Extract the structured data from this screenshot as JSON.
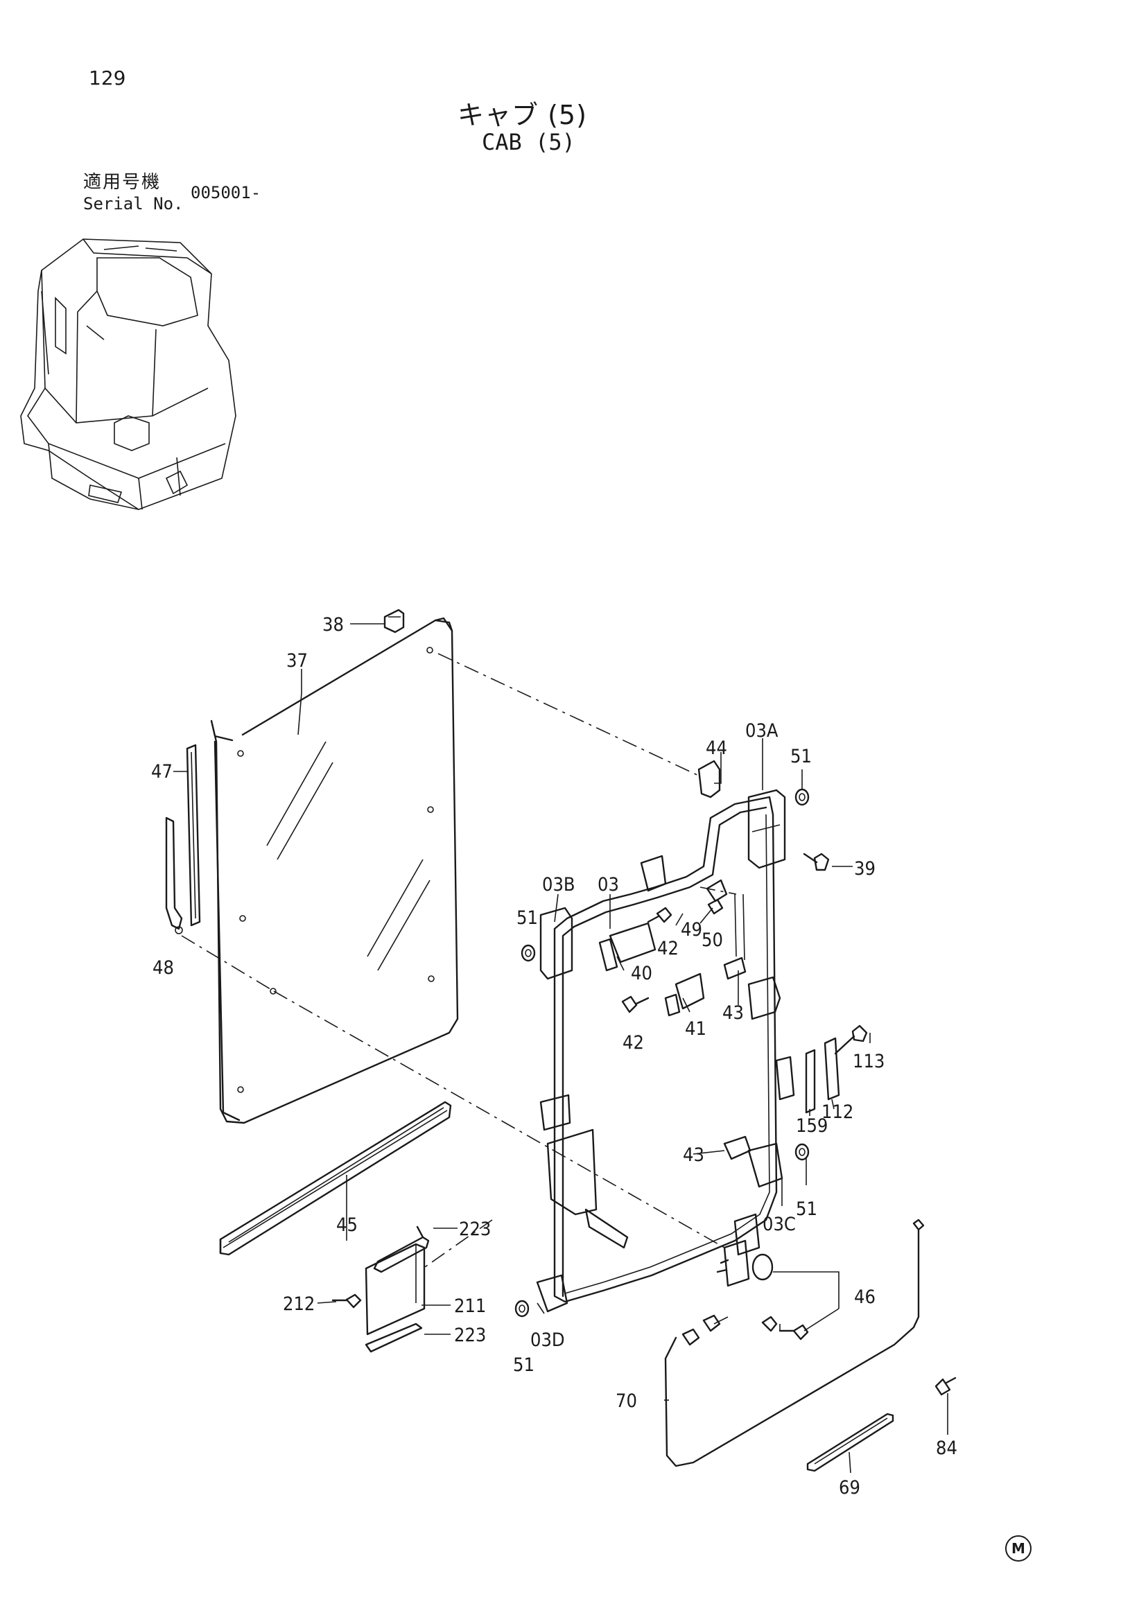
{
  "page_number": "129",
  "title_jp": "キャブ (5)",
  "title_en": "CAB (5)",
  "serial_label_jp": "適用号機",
  "serial_label_en": "Serial No.",
  "serial_value": "005001-",
  "corner_mark": "M",
  "callouts": [
    {
      "id": "c38",
      "label": "38"
    },
    {
      "id": "c37",
      "label": "37"
    },
    {
      "id": "c47",
      "label": "47"
    },
    {
      "id": "c48",
      "label": "48"
    },
    {
      "id": "c44",
      "label": "44"
    },
    {
      "id": "c03A",
      "label": "03A"
    },
    {
      "id": "c51a",
      "label": "51"
    },
    {
      "id": "c39",
      "label": "39"
    },
    {
      "id": "c03B",
      "label": "03B"
    },
    {
      "id": "c03",
      "label": "03"
    },
    {
      "id": "c51b",
      "label": "51"
    },
    {
      "id": "c49",
      "label": "49"
    },
    {
      "id": "c50",
      "label": "50"
    },
    {
      "id": "c42a",
      "label": "42"
    },
    {
      "id": "c40",
      "label": "40"
    },
    {
      "id": "c42b",
      "label": "42"
    },
    {
      "id": "c41",
      "label": "41"
    },
    {
      "id": "c43a",
      "label": "43"
    },
    {
      "id": "c113",
      "label": "113"
    },
    {
      "id": "c112",
      "label": "112"
    },
    {
      "id": "c159",
      "label": "159"
    },
    {
      "id": "c43b",
      "label": "43"
    },
    {
      "id": "c51c",
      "label": "51"
    },
    {
      "id": "c03C",
      "label": "03C"
    },
    {
      "id": "c45",
      "label": "45"
    },
    {
      "id": "c223a",
      "label": "223"
    },
    {
      "id": "c212",
      "label": "212"
    },
    {
      "id": "c211",
      "label": "211"
    },
    {
      "id": "c223b",
      "label": "223"
    },
    {
      "id": "c03D",
      "label": "03D"
    },
    {
      "id": "c51d",
      "label": "51"
    },
    {
      "id": "c46",
      "label": "46"
    },
    {
      "id": "c70",
      "label": "70"
    },
    {
      "id": "c84",
      "label": "84"
    },
    {
      "id": "c69",
      "label": "69"
    }
  ]
}
